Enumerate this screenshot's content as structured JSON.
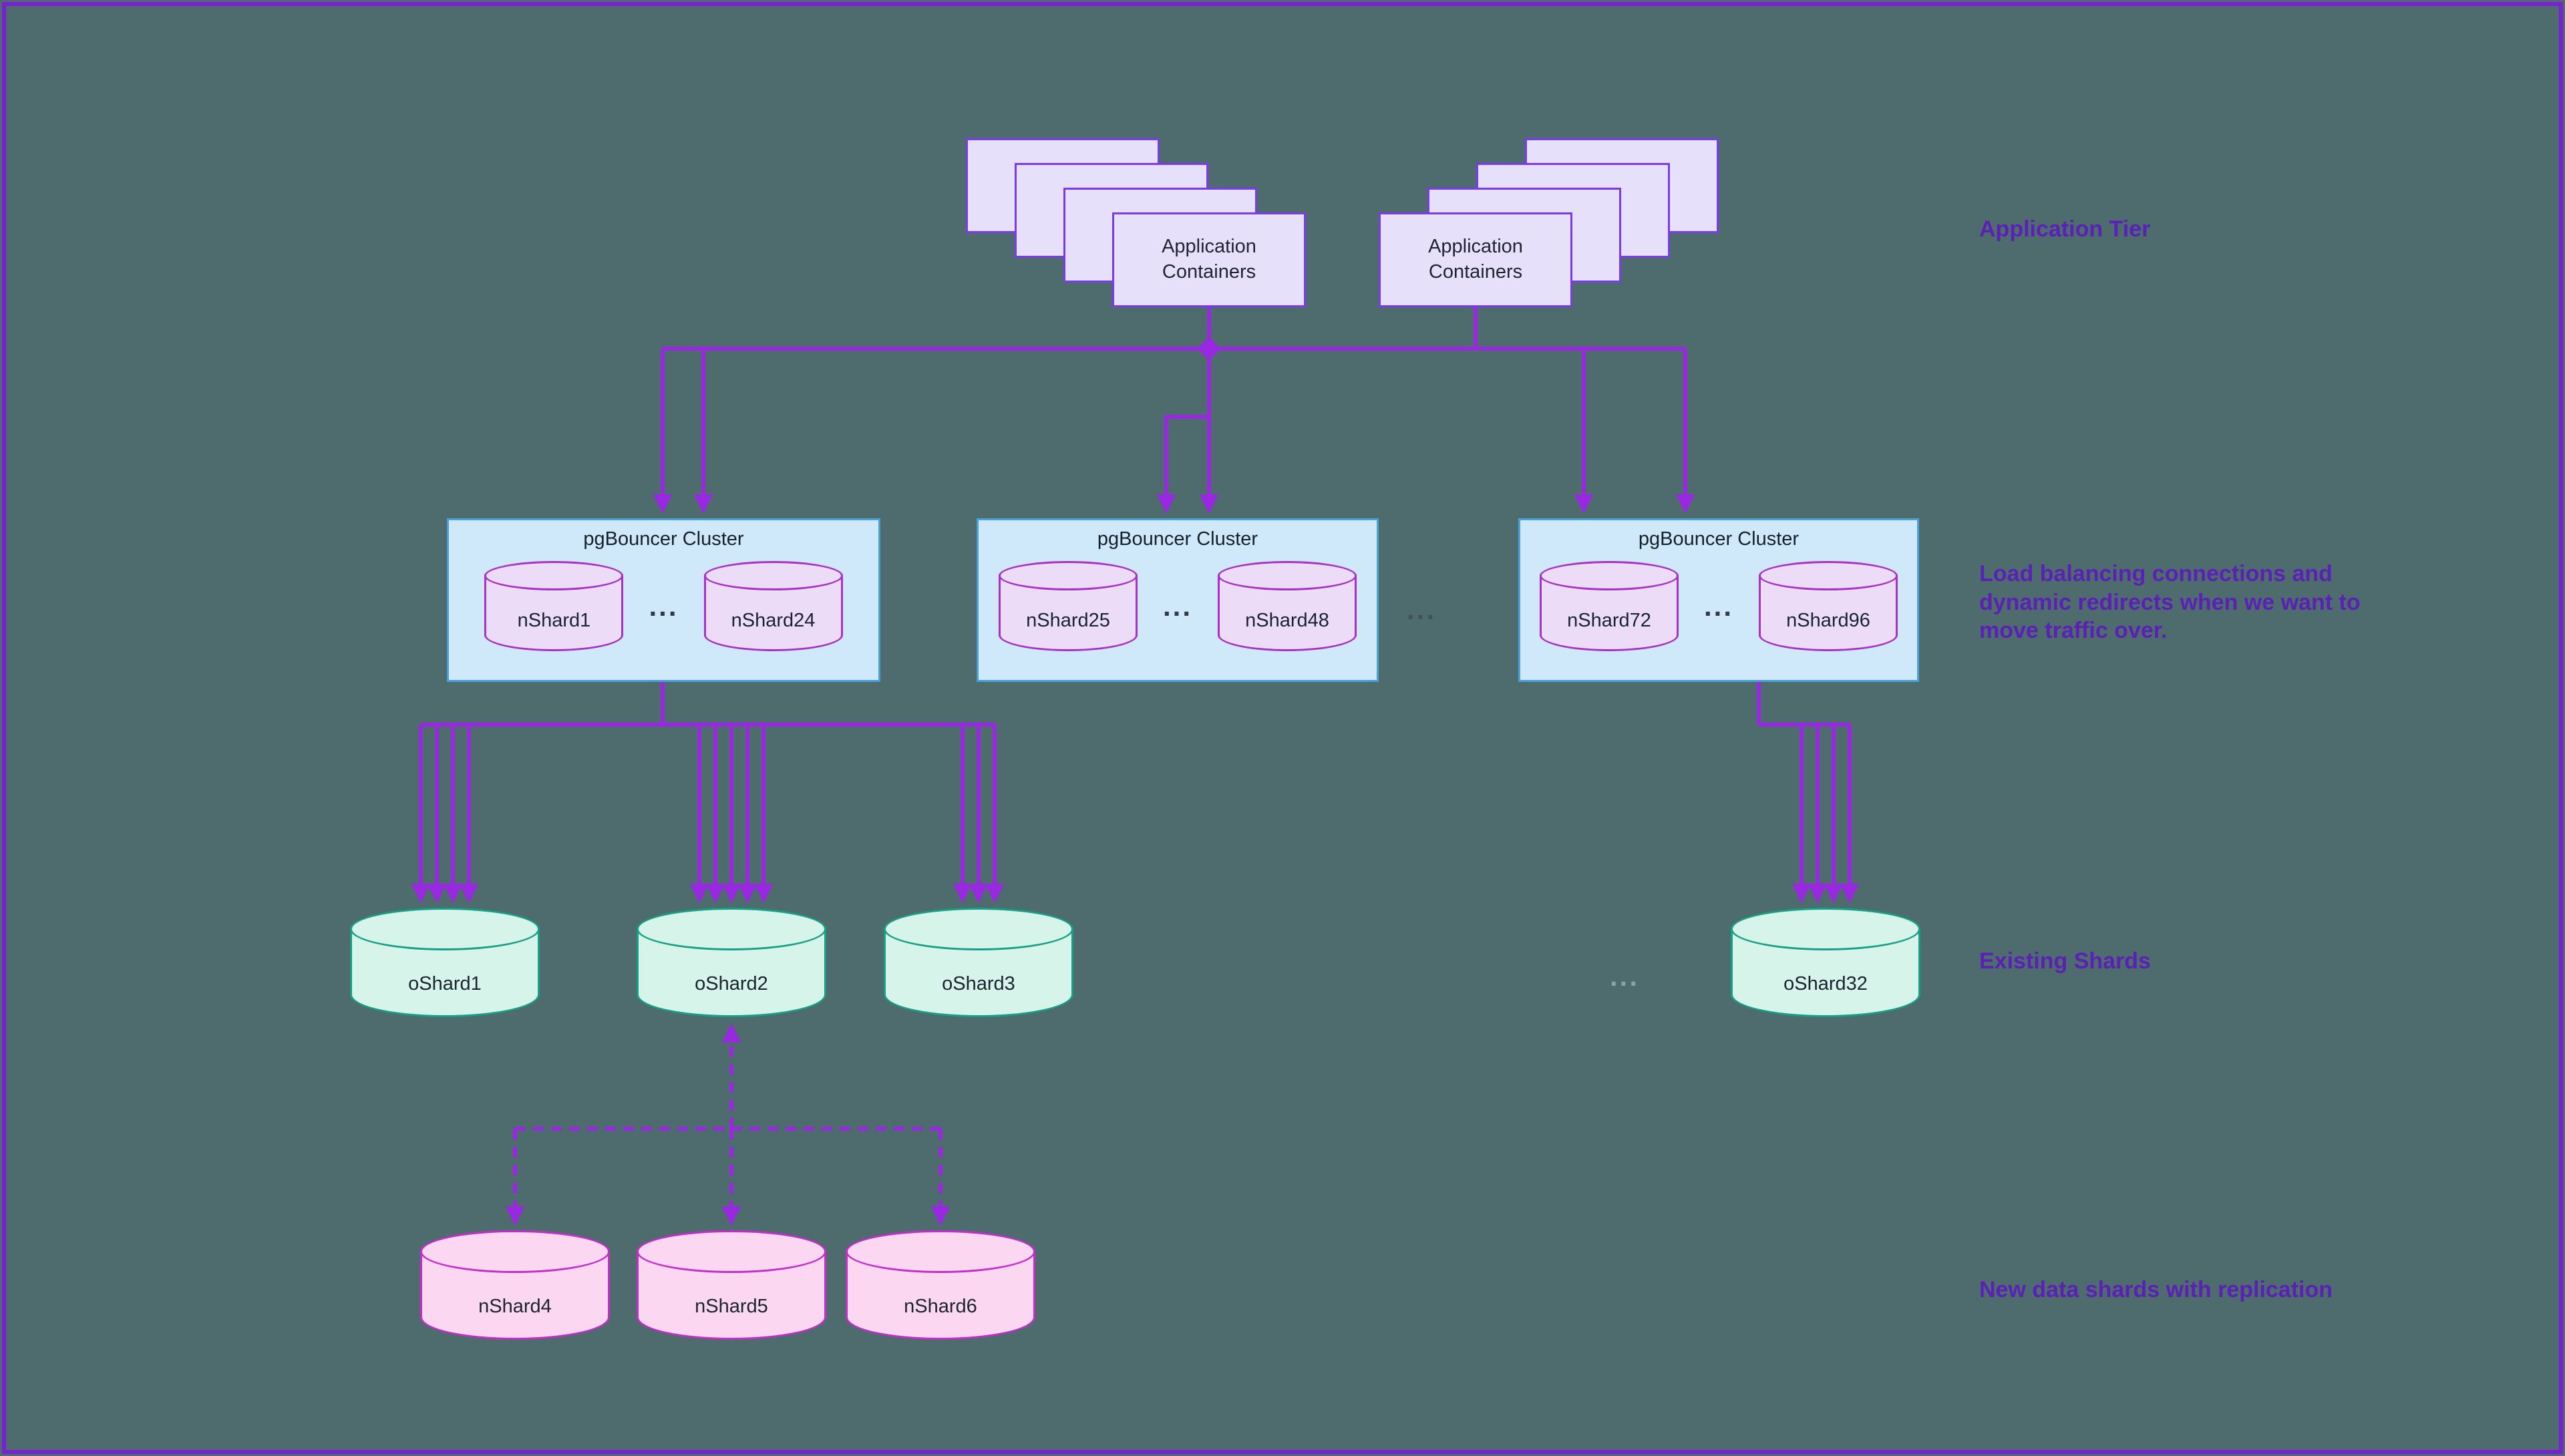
{
  "app_tier": {
    "annotation": "Application Tier",
    "stacks": [
      {
        "label": "Application Containers"
      },
      {
        "label": "Application Containers"
      }
    ]
  },
  "clusters": {
    "annotation": "Load balancing connections and dynamic redirects when we want to move traffic over.",
    "gap_ellipsis": "...",
    "items": [
      {
        "title": "pgBouncer Cluster",
        "first_shard": "nShard1",
        "ellipsis": "...",
        "last_shard": "nShard24"
      },
      {
        "title": "pgBouncer Cluster",
        "first_shard": "nShard25",
        "ellipsis": "...",
        "last_shard": "nShard48"
      },
      {
        "title": "pgBouncer Cluster",
        "first_shard": "nShard72",
        "ellipsis": "...",
        "last_shard": "nShard96"
      }
    ]
  },
  "existing_shards": {
    "annotation": "Existing Shards",
    "gap_ellipsis": "...",
    "items": [
      "oShard1",
      "oShard2",
      "oShard3",
      "oShard32"
    ]
  },
  "new_shards": {
    "annotation": "New data shards with replication",
    "items": [
      "nShard4",
      "nShard5",
      "nShard6"
    ]
  },
  "colors": {
    "background": "#4e6b6e",
    "frame_border": "#7a1fd6",
    "arrow": "#9929e0",
    "app_box_fill": "#e7e0fb",
    "app_box_border": "#7c3aed",
    "cluster_fill": "#cfe9fb",
    "cluster_border": "#49a2da",
    "cluster_cylinder_fill": "#ecdcf8",
    "cluster_cylinder_border": "#a832c8",
    "existing_cylinder_fill": "#d6f4e9",
    "existing_cylinder_border": "#16a085",
    "new_cylinder_fill": "#fbd7f1",
    "new_cylinder_border": "#c22ec8",
    "annotation_text": "#5b21b6"
  }
}
